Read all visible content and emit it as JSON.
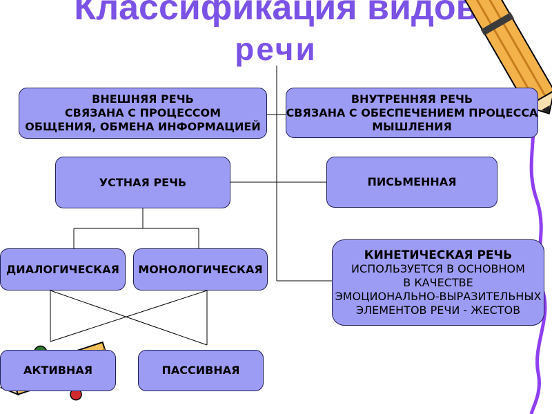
{
  "title": {
    "line1": "Классификация видов",
    "line2": "речи"
  },
  "boxes": {
    "external": {
      "heading": "ВНЕШНЯЯ РЕЧЬ",
      "line1": "СВЯЗАНА С ПРОЦЕССОМ",
      "line2": "ОБЩЕНИЯ, ОБМЕНА ИНФОРМАЦИЕЙ"
    },
    "internal": {
      "heading": "ВНУТРЕННЯЯ РЕЧЬ",
      "line1": "СВЯЗАНА С ОБЕСПЕЧЕНИЕМ ПРОЦЕССА",
      "line2": "МЫШЛЕНИЯ"
    },
    "oral": {
      "label": "УСТНАЯ РЕЧЬ"
    },
    "written": {
      "label": "ПИСЬМЕННАЯ"
    },
    "dialogic": {
      "label": "ДИАЛОГИЧЕСКАЯ"
    },
    "monologic": {
      "label": "МОНОЛОГИЧЕСКАЯ"
    },
    "kinetic": {
      "heading": "КИНЕТИЧЕСКАЯ РЕЧЬ",
      "line1": "ИСПОЛЬЗУЕТСЯ В ОСНОВНОМ",
      "line2": "В КАЧЕСТВЕ",
      "line3": "ЭМОЦИОНАЛЬНО-ВЫРАЗИТЕЛЬНЫХ",
      "line4": "ЭЛЕМЕНТОВ РЕЧИ - ЖЕСТОВ"
    },
    "active": {
      "label": "АКТИВНАЯ"
    },
    "passive": {
      "label": "ПАССИВНАЯ"
    }
  },
  "colors": {
    "title": "#7b52e6",
    "box_fill": "#9d9cf5",
    "box_border": "#1e1e55",
    "connector": "#000000"
  },
  "decorations": {
    "top_right": "pencil-icon",
    "bottom_left": "pencil-icon"
  }
}
